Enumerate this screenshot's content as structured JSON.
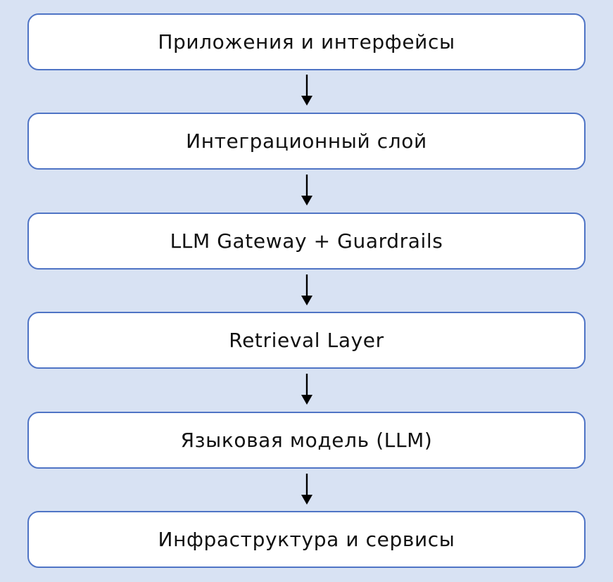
{
  "diagram": {
    "layers": [
      {
        "label": "Приложения и интерфейсы"
      },
      {
        "label": "Интеграционный слой"
      },
      {
        "label": "LLM Gateway + Guardrails"
      },
      {
        "label": "Retrieval Layer"
      },
      {
        "label": "Языковая модель (LLM)"
      },
      {
        "label": "Инфраструктура и сервисы"
      }
    ],
    "colors": {
      "background": "#d8e2f3",
      "box_fill": "#ffffff",
      "box_border": "#4f74c5",
      "arrow": "#000000",
      "text": "#111111"
    }
  }
}
